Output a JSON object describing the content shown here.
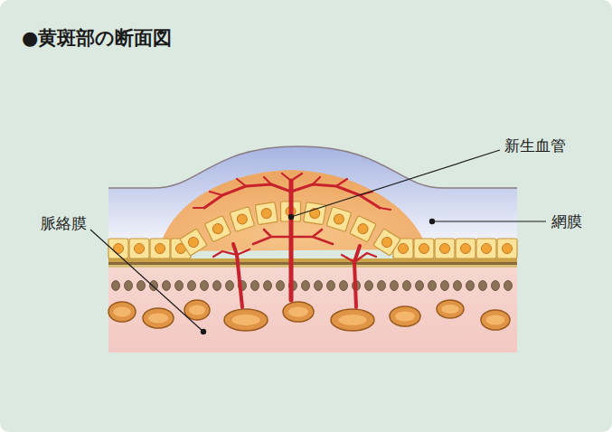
{
  "diagram": {
    "title": "●黄斑部の断面図",
    "labels": [
      "新生血管",
      "網膜",
      "脈絡膜"
    ]
  }
}
